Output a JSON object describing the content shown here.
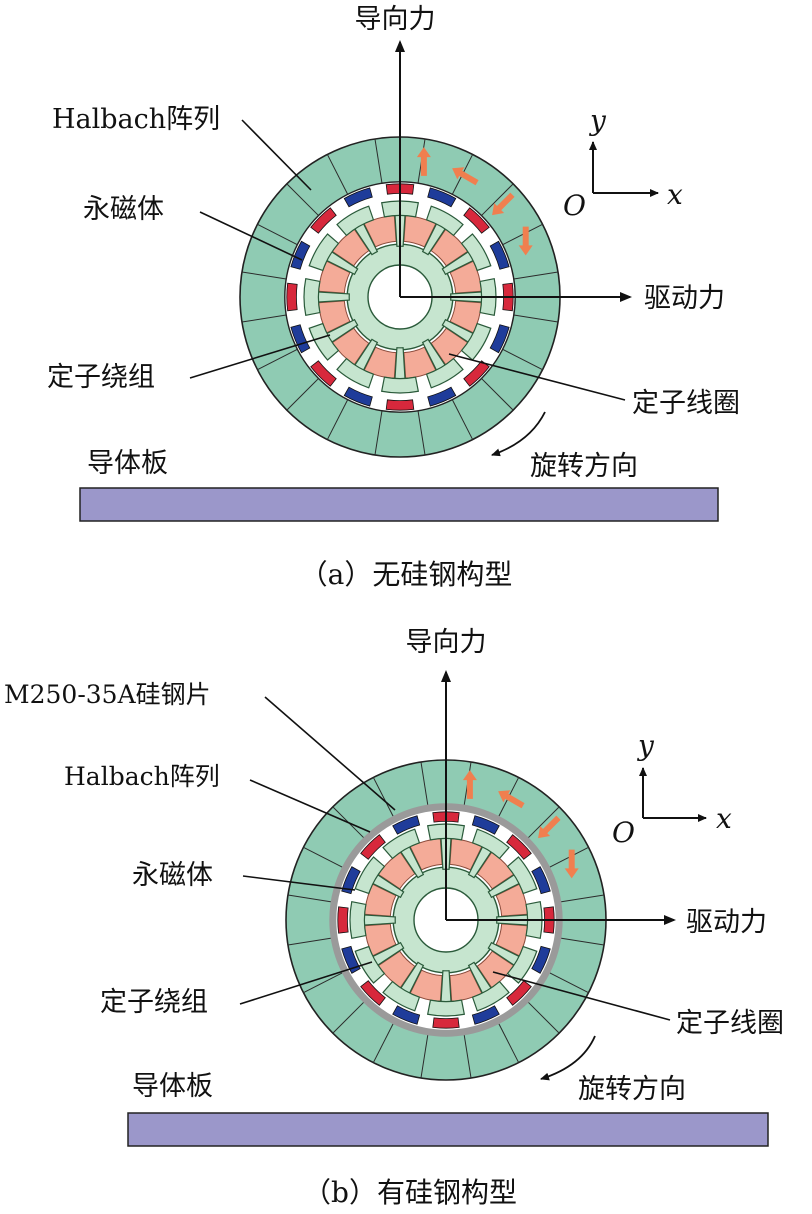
{
  "figure_a": {
    "caption": "（a）无硅钢构型",
    "labels": {
      "guide_force": "导向力",
      "drive_force": "驱动力",
      "halbach": "Halbach阵列",
      "magnet": "永磁体",
      "stator_winding": "定子绕组",
      "stator_coil": "定子线圈",
      "conductor_plate": "导体板",
      "rotation": "旋转方向",
      "axis_y": "y",
      "axis_x": "x",
      "origin": "O"
    }
  },
  "figure_b": {
    "caption": "（b）有硅钢构型",
    "labels": {
      "guide_force": "导向力",
      "drive_force": "驱动力",
      "steel_sheet": "M250-35A硅钢片",
      "halbach": "Halbach阵列",
      "magnet": "永磁体",
      "stator_winding": "定子绕组",
      "stator_coil": "定子线圈",
      "conductor_plate": "导体板",
      "rotation": "旋转方向",
      "axis_y": "y",
      "axis_x": "x",
      "origin": "O"
    }
  },
  "colors": {
    "halbach_ring": "#8fcbb3",
    "stator_core": "#c6e5cf",
    "coil": "#f4ab98",
    "magnet_red": "#d7283c",
    "magnet_blue": "#1f3c9a",
    "arrow_orange": "#f07f4f",
    "plate": "#9b97ca",
    "steel_gray": "#9a9a9a"
  }
}
